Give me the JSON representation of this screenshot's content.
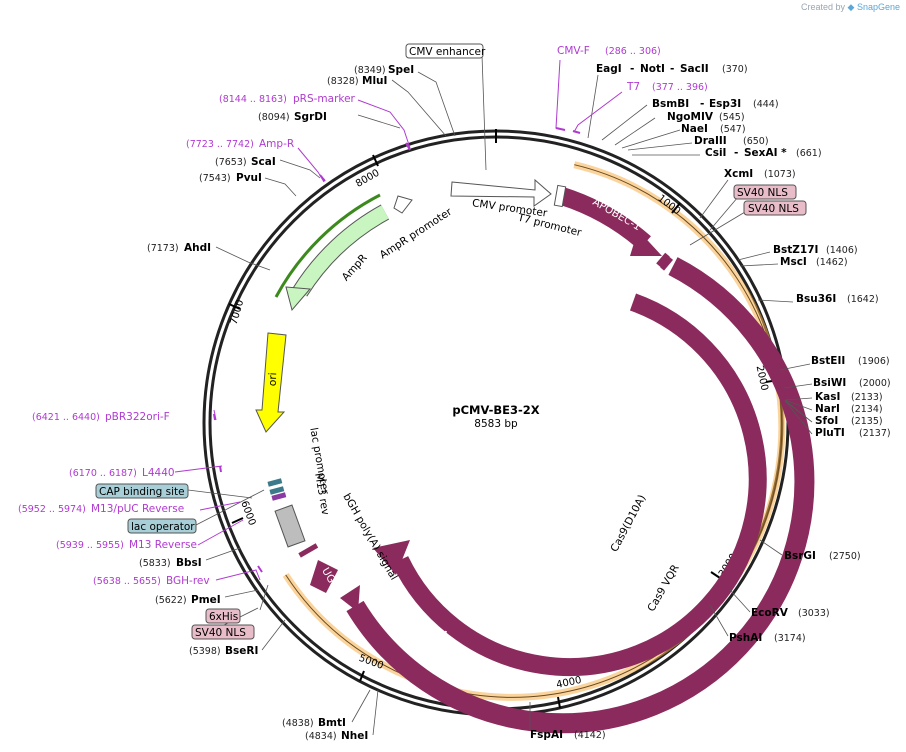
{
  "credit": {
    "prefix": "Created by",
    "brand": "SnapGene"
  },
  "plasmid": {
    "name": "pCMV-BE3-2X",
    "length": "8583 bp"
  },
  "ticks": [
    "1000",
    "2000",
    "3000",
    "4000",
    "5000",
    "6000",
    "7000",
    "8000"
  ],
  "enzymes": {
    "spe": {
      "name": "SpeI",
      "pos": "(8349)"
    },
    "mlu": {
      "name": "MluI",
      "pos": "(8328)"
    },
    "sgrdi": {
      "name": "SgrDI",
      "pos": "(8094)"
    },
    "sca": {
      "name": "ScaI",
      "pos": "(7653)"
    },
    "pvu": {
      "name": "PvuI",
      "pos": "(7543)"
    },
    "ahd": {
      "name": "AhdI",
      "pos": "(7173)"
    },
    "eag": {
      "name": "EagI",
      "sep1": "-",
      "not": "NotI",
      "sep2": "-",
      "sac": "SacII",
      "pos": "(370)"
    },
    "bsmbi": {
      "name": "BsmBI",
      "sep": "-",
      "esp": "Esp3I",
      "pos": "(444)"
    },
    "ngo": {
      "name": "NgoMIV",
      "pos": "(545)"
    },
    "nae": {
      "name": "NaeI",
      "pos": "(547)"
    },
    "dra": {
      "name": "DraIII",
      "pos": "(650)"
    },
    "csi": {
      "name": "CsiI",
      "sep": "-",
      "sex": "SexAI *",
      "pos": "(661)"
    },
    "xcm": {
      "name": "XcmI",
      "pos": "(1073)"
    },
    "bstz": {
      "name": "BstZ17I",
      "pos": "(1406)"
    },
    "msc": {
      "name": "MscI",
      "pos": "(1462)"
    },
    "bsu": {
      "name": "Bsu36I",
      "pos": "(1642)"
    },
    "bste": {
      "name": "BstEII",
      "pos": "(1906)"
    },
    "bsiwi": {
      "name": "BsiWI",
      "pos": "(2000)"
    },
    "kas": {
      "name": "KasI",
      "pos": "(2133)"
    },
    "nar": {
      "name": "NarI",
      "pos": "(2134)"
    },
    "sfo": {
      "name": "SfoI",
      "pos": "(2135)"
    },
    "plu": {
      "name": "PluTI",
      "pos": "(2137)"
    },
    "bsrg": {
      "name": "BsrGI",
      "pos": "(2750)"
    },
    "ecorv": {
      "name": "EcoRV",
      "pos": "(3033)"
    },
    "psha": {
      "name": "PshAI",
      "pos": "(3174)"
    },
    "fspa": {
      "name": "FspAI",
      "pos": "(4142)"
    },
    "bmt": {
      "name": "BmtI",
      "pos": "(4838)"
    },
    "nhe": {
      "name": "NheI",
      "pos": "(4834)"
    },
    "bser": {
      "name": "BseRI",
      "pos": "(5398)"
    },
    "pme": {
      "name": "PmeI",
      "pos": "(5622)"
    },
    "bbs": {
      "name": "BbsI",
      "pos": "(5833)"
    }
  },
  "primers": {
    "cmvf": {
      "name": "CMV-F",
      "pos": "(286 .. 306)"
    },
    "t7": {
      "name": "T7",
      "pos": "(377 .. 396)"
    },
    "prs": {
      "name": "pRS-marker",
      "pos": "(8144 .. 8163)"
    },
    "ampr": {
      "name": "Amp-R",
      "pos": "(7723 .. 7742)"
    },
    "pbr": {
      "name": "pBR322ori-F",
      "pos": "(6421 .. 6440)"
    },
    "l4440": {
      "name": "L4440",
      "pos": "(6170 .. 6187)"
    },
    "m13puc": {
      "name": "M13/pUC Reverse",
      "pos": "(5952 .. 5974)"
    },
    "m13rev": {
      "name": "M13 Reverse",
      "pos": "(5939 .. 5955)"
    },
    "bgh": {
      "name": "BGH-rev",
      "pos": "(5638 .. 5655)"
    }
  },
  "boxed": {
    "cmv_enh": "CMV enhancer",
    "sv40_1": "SV40 NLS",
    "sv40_2": "SV40 NLS",
    "cap": "CAP binding site",
    "lacop": "lac operator",
    "his": "6xHis",
    "sv40_3": "SV40 NLS"
  },
  "features": {
    "cmv_prom": "CMV promoter",
    "t7_prom": "T7 promoter",
    "apobec": "APOBEC-1",
    "ampr": "AmpR",
    "ampr_prom": "AmpR promoter",
    "ori": "ori",
    "lac_prom": "lac promoter",
    "m13_rev": "M13 rev",
    "bgh": "bGH poly(A) signal",
    "ugi": "UGI",
    "cas9_d10a": "Cas9(D10A)",
    "cas9_vqr": "Cas9 VQR"
  },
  "colors": {
    "backbone": "#222222",
    "cas9": "#8b2a5c",
    "orange_band": "#f5b04a",
    "primer": "#b03ad1",
    "ampr": "#c8f5c0",
    "ori": "#ffff00",
    "box_pink": "#e8bcc8",
    "box_blue": "#a8cfd8"
  }
}
